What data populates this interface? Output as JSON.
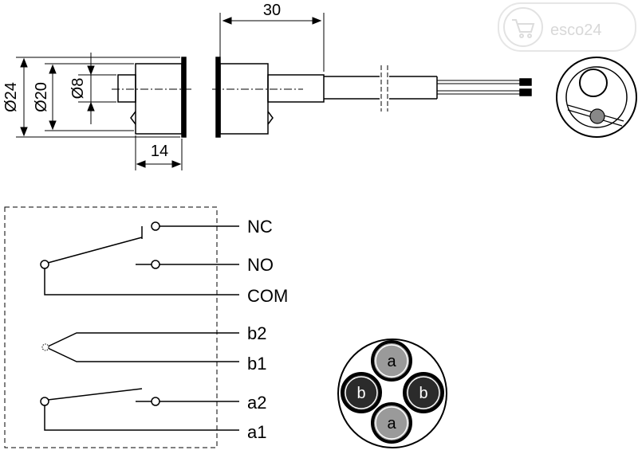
{
  "dimensions": {
    "length": "30",
    "d24": "Ø24",
    "d20": "Ø20",
    "d8": "Ø8",
    "magnet_len": "14"
  },
  "watermark": {
    "text": "esco24",
    "icon": "shopping-cart-icon"
  },
  "terminals": {
    "nc": "NC",
    "no": "NO",
    "com": "COM",
    "b2": "b2",
    "b1": "b1",
    "a2": "a2",
    "a1": "a1"
  },
  "cable_cores": [
    {
      "label": "a",
      "color": "#9a9a9a"
    },
    {
      "label": "b",
      "color": "#2b2b2b"
    },
    {
      "label": "b",
      "color": "#2b2b2b"
    },
    {
      "label": "a",
      "color": "#9a9a9a"
    }
  ],
  "colors": {
    "line": "#000000",
    "core_a": "#9a9a9a",
    "core_b": "#2b2b2b",
    "cable_sheath": "#ffffff"
  }
}
